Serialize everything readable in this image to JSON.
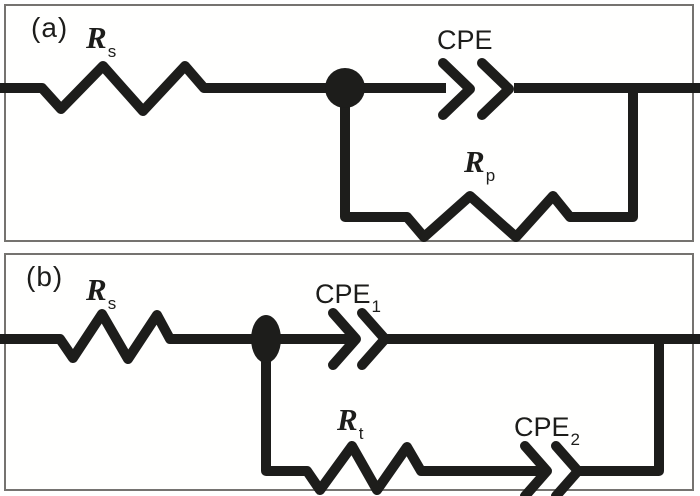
{
  "colors": {
    "stroke": "#1d1d1b",
    "panel_border": "#757370",
    "background": "#ffffff"
  },
  "panels": {
    "a": {
      "tag": "(a)",
      "components": {
        "rs": {
          "main": "R",
          "sub": "s"
        },
        "cpe": {
          "main": "CPE",
          "sub": ""
        },
        "rp": {
          "main": "R",
          "sub": "p"
        }
      }
    },
    "b": {
      "tag": "(b)",
      "components": {
        "rs": {
          "main": "R",
          "sub": "s"
        },
        "cpe1": {
          "main": "CPE",
          "sub": "1"
        },
        "rt": {
          "main": "R",
          "sub": "t"
        },
        "cpe2": {
          "main": "CPE",
          "sub": "2"
        }
      }
    }
  }
}
